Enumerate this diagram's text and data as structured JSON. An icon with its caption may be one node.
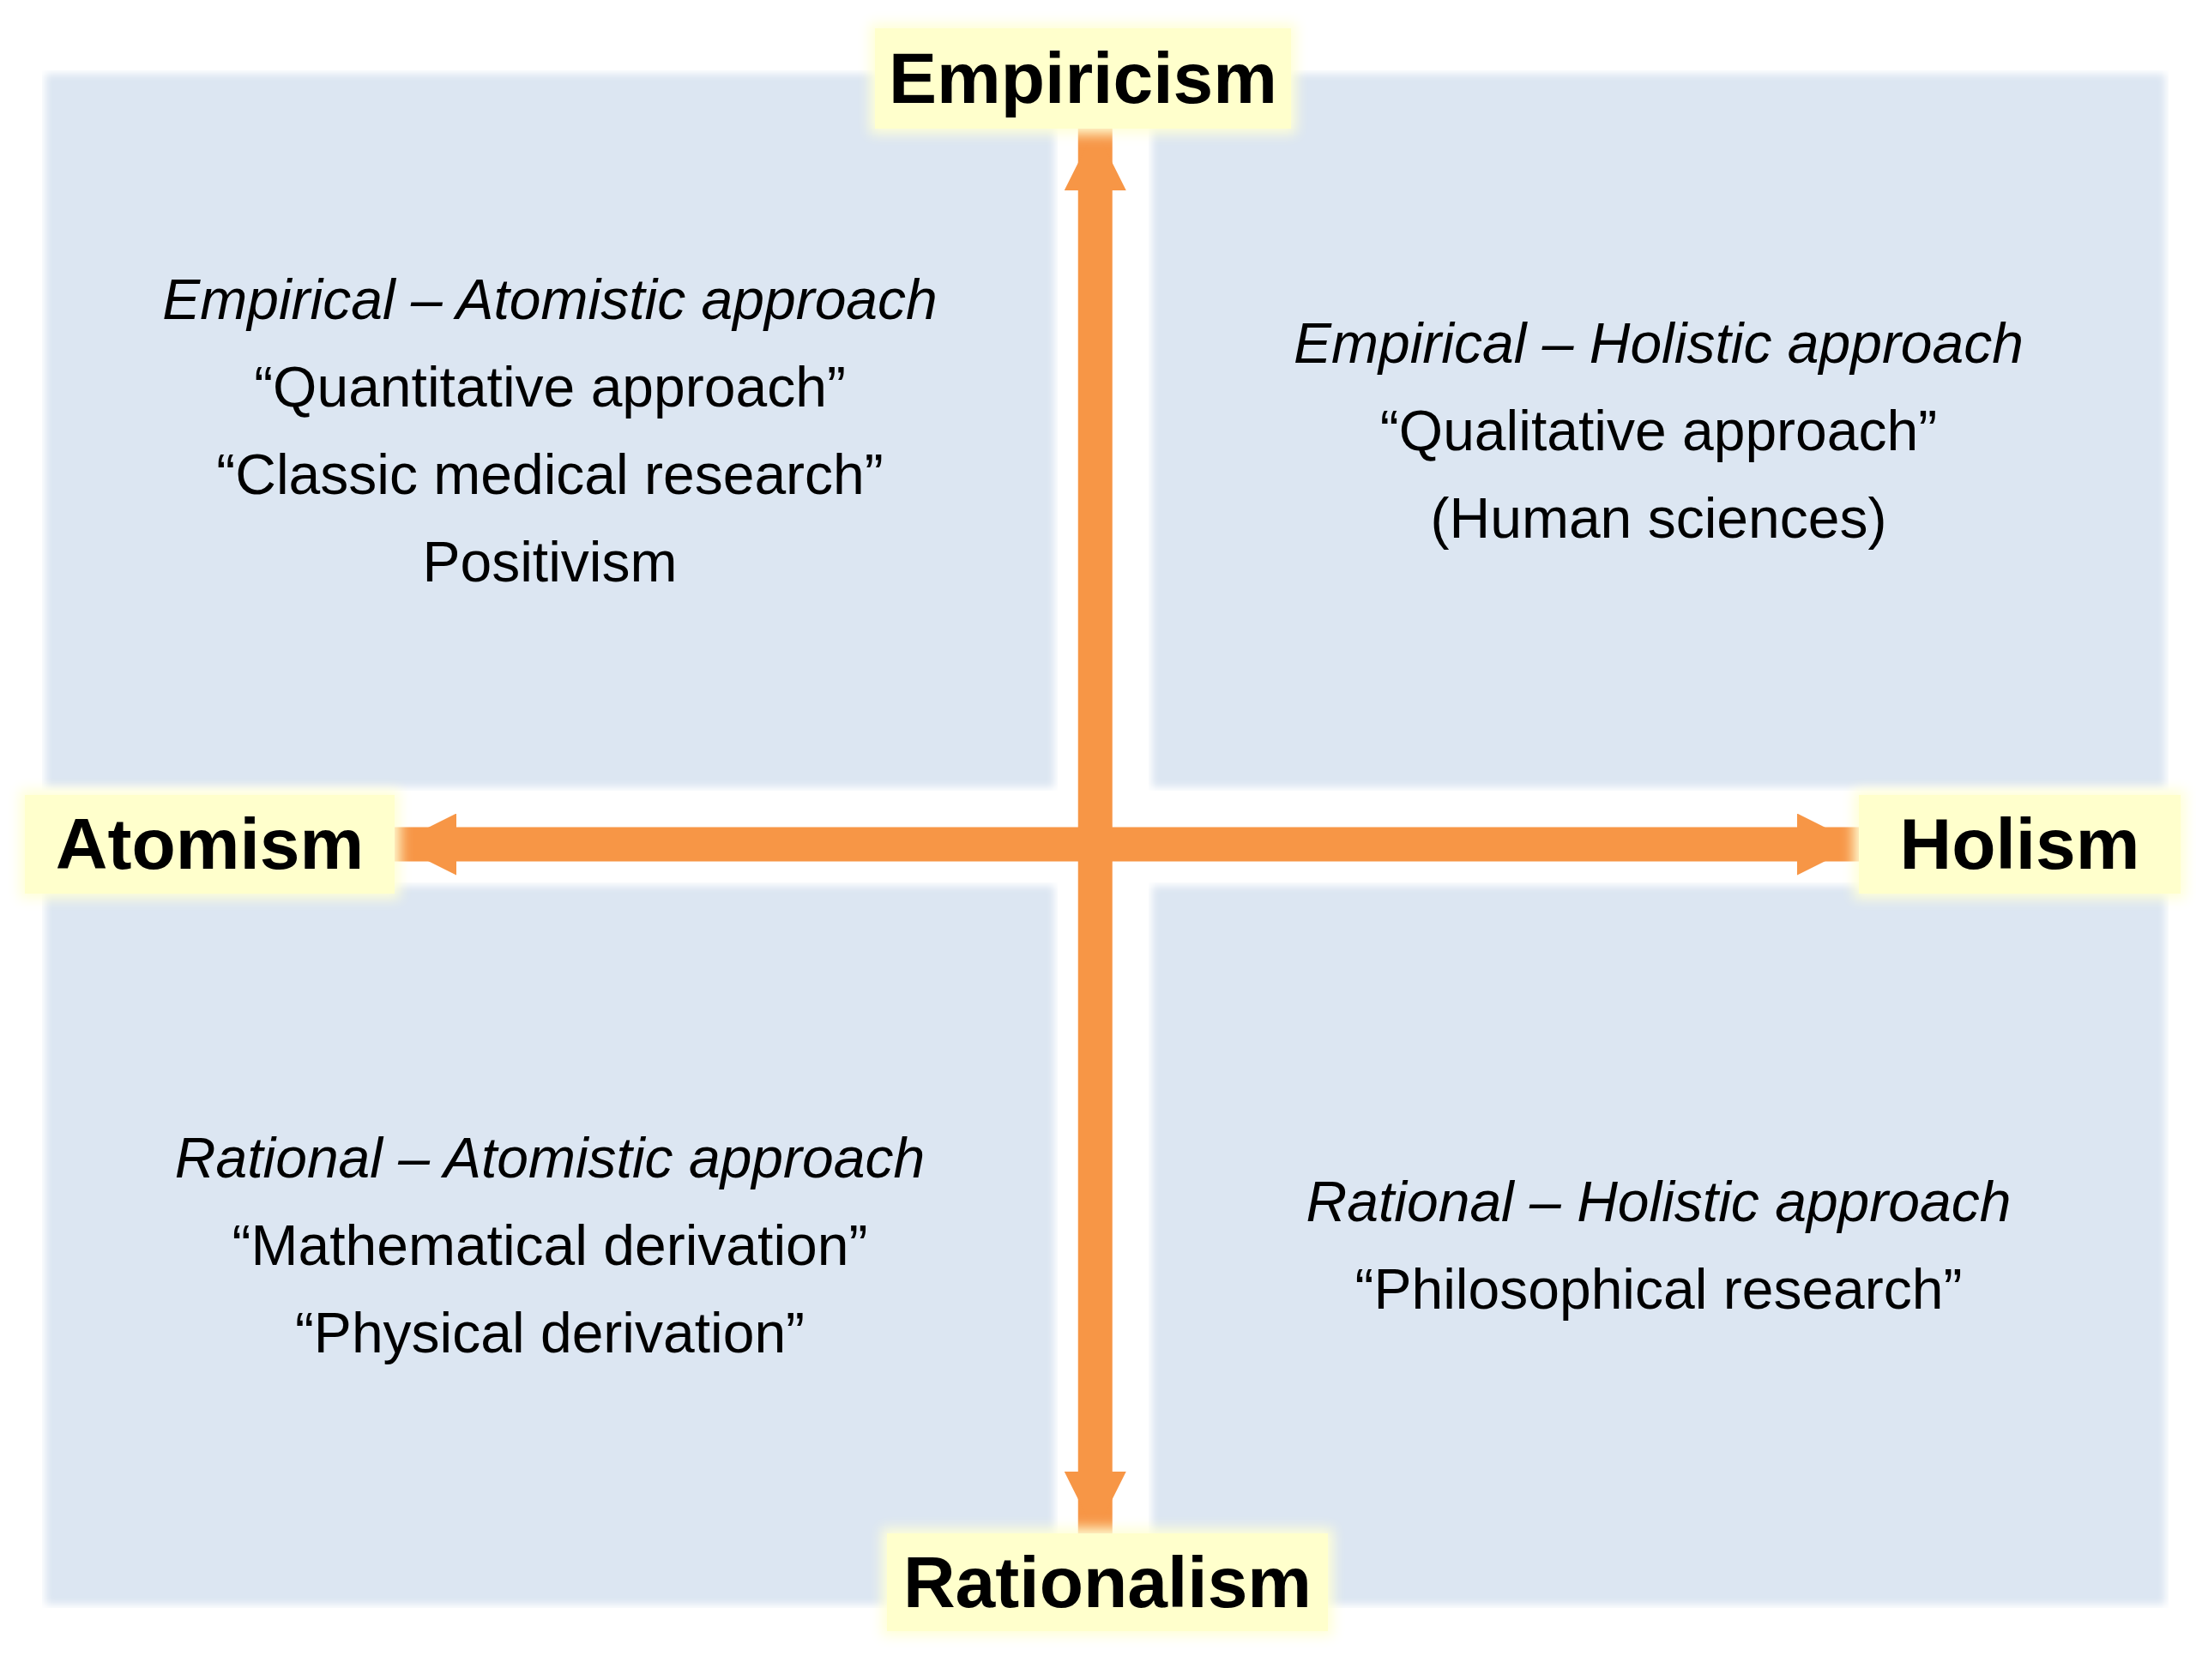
{
  "diagram": {
    "nodes": [
      {
        "text": [
          "Empiricism"
        ]
      },
      {
        "text": [
          "Empirical – Atomistic approach",
          "“Quantitative approach”",
          "“Classic medical research”",
          "Positivism"
        ]
      },
      {
        "text": [
          "Empirical – Holistic approach",
          "“Qualitative approach”",
          "(Human sciences)"
        ]
      },
      {
        "text": [
          "Atomism"
        ]
      },
      {
        "text": [
          "Holism"
        ]
      },
      {
        "text": [
          "Rational – Atomistic approach",
          "“Mathematical derivation”",
          "“Physical derivation”"
        ]
      },
      {
        "text": [
          "Rational – Holistic approach",
          "“Philosophical research”"
        ]
      },
      {
        "text": [
          "Rationalism"
        ]
      }
    ],
    "edges": [
      {
        "from": 0,
        "to": 7,
        "arrow": "both"
      },
      {
        "from": 3,
        "to": 4,
        "arrow": "both"
      }
    ]
  }
}
